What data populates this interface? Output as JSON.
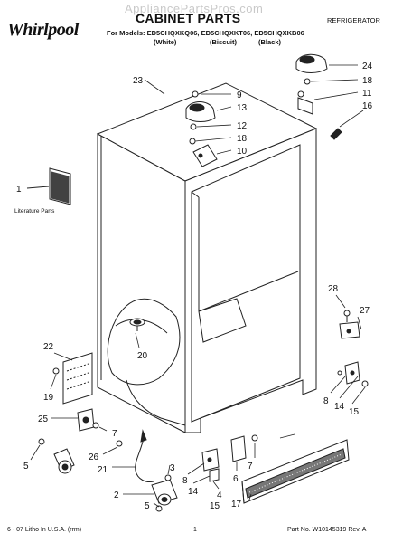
{
  "header": {
    "logo": "Whirlpool",
    "watermark": "AppliancePartsPros.com",
    "title": "CABINET PARTS",
    "models": "For Models: ED5CHQXKQ06, ED5CHQXKT06, ED5CHQXKB06",
    "variant_white": "(White)",
    "variant_biscuit": "(Biscuit)",
    "variant_black": "(Black)",
    "category": "REFRIGERATOR"
  },
  "diagram": {
    "literature": "Literature Parts",
    "callouts": {
      "c24": "24",
      "c18a": "18",
      "c11": "11",
      "c16": "16",
      "c9": "9",
      "c13": "13",
      "c12": "12",
      "c18b": "18",
      "c10": "10",
      "c23": "23",
      "c1": "1",
      "c28": "28",
      "c27": "27",
      "c22": "22",
      "c20": "20",
      "c19": "19",
      "c25": "25",
      "c7a": "7",
      "c5a": "5",
      "c26": "26",
      "c21": "21",
      "c2": "2",
      "c3": "3",
      "c5b": "5",
      "c8a": "8",
      "c14a": "14",
      "c4": "4",
      "c6": "6",
      "c7b": "7",
      "c8b": "8",
      "c14b": "14",
      "c15b": "15",
      "c15a": "15",
      "c17": "17"
    }
  },
  "footer": {
    "left": "6 - 07 Litho In U.S.A. (rrm)",
    "center": "1",
    "right": "Part No. W10145319 Rev. A"
  }
}
